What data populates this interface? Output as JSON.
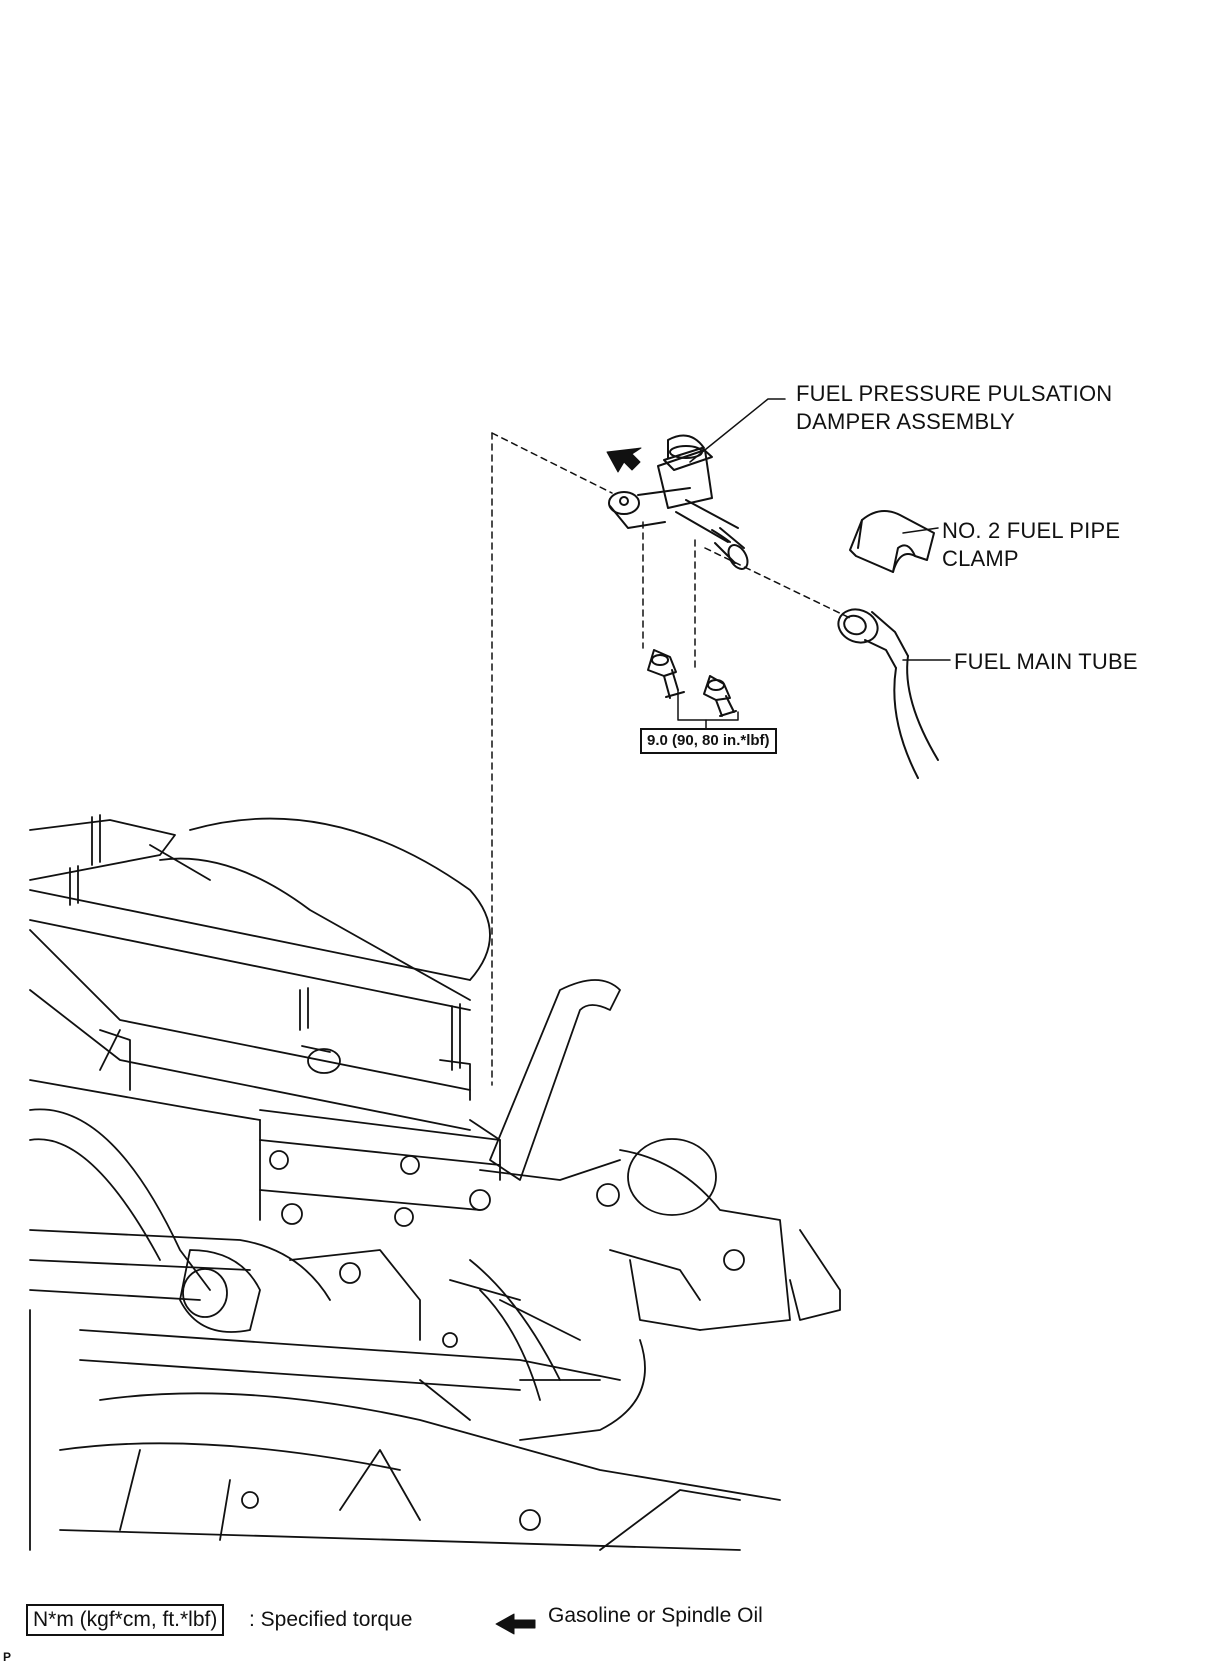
{
  "labels": {
    "damper_line1": "FUEL PRESSURE PULSATION",
    "damper_line2": "DAMPER ASSEMBLY",
    "clamp_line1": "NO. 2 FUEL PIPE",
    "clamp_line2": "CLAMP",
    "main_tube": "FUEL MAIN TUBE",
    "torque_value": "9.0 (90, 80 in.*lbf)"
  },
  "legend": {
    "torque_box": "N*m (kgf*cm, ft.*lbf)",
    "torque_desc": ": Specified torque",
    "oil_desc": "Gasoline or Spindle Oil"
  },
  "corner_code": "P",
  "icons": [
    "apply-oil-arrow-icon",
    "legend-arrow-icon"
  ]
}
